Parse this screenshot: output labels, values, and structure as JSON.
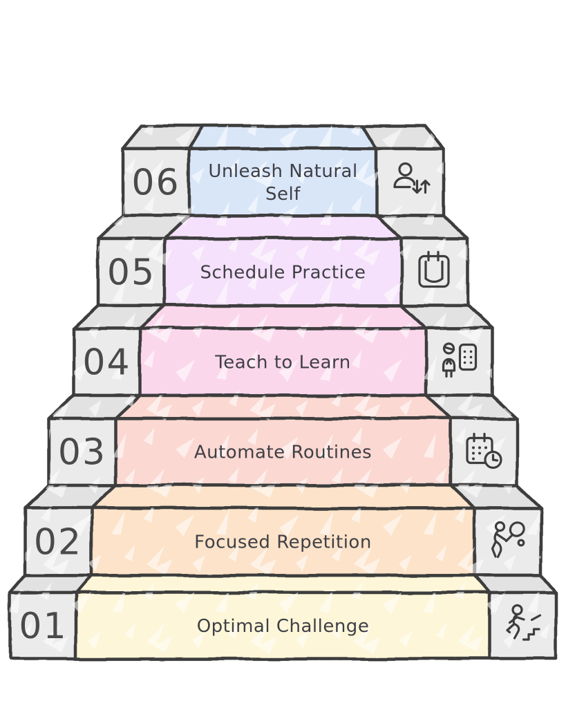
{
  "diagram": {
    "type": "staircase-infographic",
    "background": "#ffffff",
    "outline_color": "#3d3d3d",
    "block_fill": "#ebebeb",
    "block_top_fill": "#e2e2e2",
    "text_color": "#3f3f45",
    "number_color": "#4a4a4a",
    "steps": [
      {
        "number": "01",
        "label": "Optimal Challenge",
        "label_lines": [
          "Optimal Challenge"
        ],
        "fill": "#fdf6d8",
        "icon": "person-climbing-stairs-icon"
      },
      {
        "number": "02",
        "label": "Focused Repetition",
        "label_lines": [
          "Focused Repetition"
        ],
        "fill": "#fce3c9",
        "icon": "tennis-player-icon"
      },
      {
        "number": "03",
        "label": "Automate Routines",
        "label_lines": [
          "Automate Routines"
        ],
        "fill": "#fbd8d2",
        "icon": "calendar-clock-icon"
      },
      {
        "number": "04",
        "label": "Teach to Learn",
        "label_lines": [
          "Teach to Learn"
        ],
        "fill": "#fbd7ec",
        "icon": "teacher-board-icon"
      },
      {
        "number": "05",
        "label": "Schedule Practice",
        "label_lines": [
          "Schedule Practice"
        ],
        "fill": "#f5e1fb",
        "icon": "calendar-notes-icon"
      },
      {
        "number": "06",
        "label": "Unleash Natural Self",
        "label_lines": [
          "Unleash Natural",
          "Self"
        ],
        "fill": "#d9e6f8",
        "icon": "person-sync-arrows-icon"
      }
    ]
  }
}
